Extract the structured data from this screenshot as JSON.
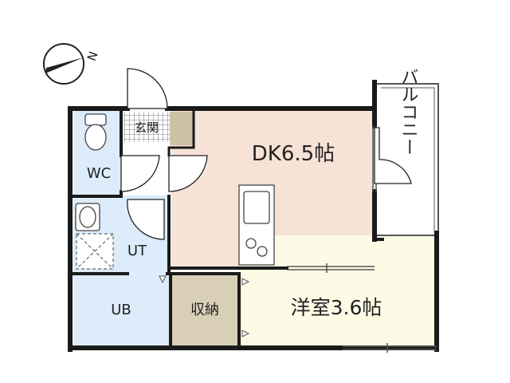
{
  "compass": {
    "north_label": "N"
  },
  "rooms": {
    "entrance": "玄関",
    "wc": "WC",
    "ut": "UT",
    "ub": "UB",
    "dk": "DK6.5帖",
    "storage": "収納",
    "western_room": "洋室3.6帖",
    "balcony": "バルコニー"
  },
  "colors": {
    "dk_floor": "#f7e2d6",
    "western_floor": "#fdfbe6",
    "wet_area": "#dcecfa",
    "storage": "#d8cfb6",
    "entrance_step": "#cfc2a4",
    "wall": "#1a1a1a"
  }
}
